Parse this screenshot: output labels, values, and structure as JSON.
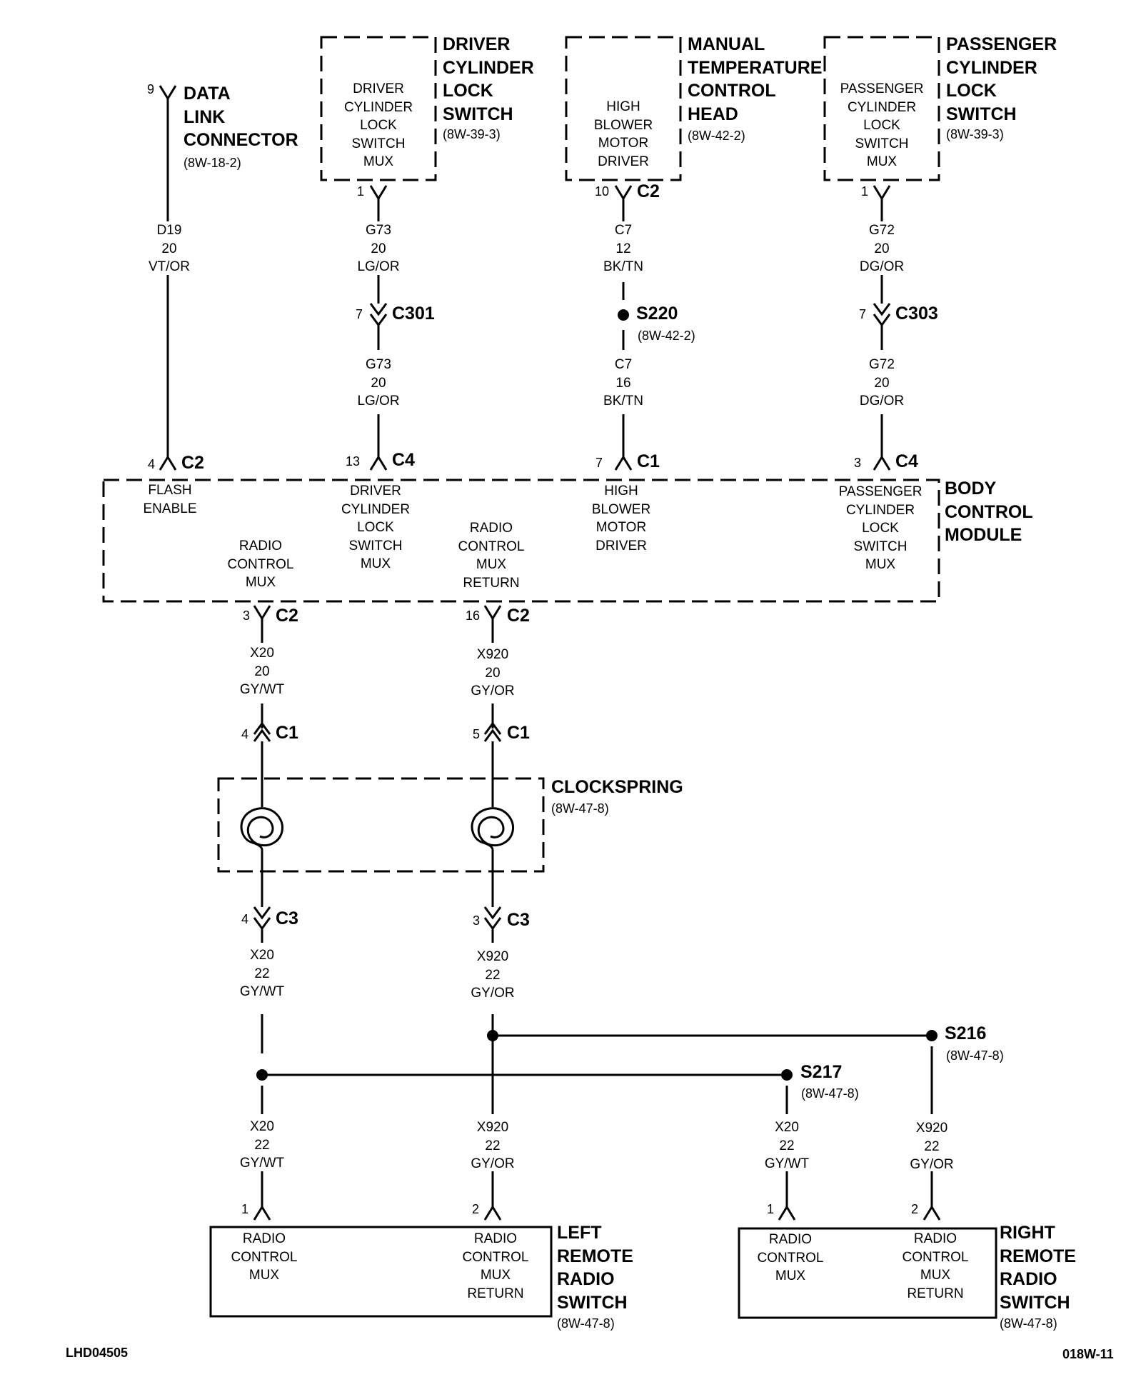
{
  "components": {
    "data_link_connector": {
      "label": "DATA\nLINK\nCONNECTOR",
      "ref": "(8W-18-2)"
    },
    "driver_cylinder_lock_switch": {
      "label": "DRIVER\nCYLINDER\nLOCK\nSWITCH",
      "ref": "(8W-39-3)",
      "inner": "DRIVER\nCYLINDER\nLOCK\nSWITCH\nMUX"
    },
    "manual_temperature_control_head": {
      "label": "MANUAL\nTEMPERATURE\nCONTROL\nHEAD",
      "ref": "(8W-42-2)",
      "inner": "HIGH\nBLOWER\nMOTOR\nDRIVER"
    },
    "passenger_cylinder_lock_switch": {
      "label": "PASSENGER\nCYLINDER\nLOCK\nSWITCH",
      "ref": "(8W-39-3)",
      "inner": "PASSENGER\nCYLINDER\nLOCK\nSWITCH\nMUX"
    },
    "body_control_module": {
      "label": "BODY\nCONTROL\nMODULE",
      "cells": {
        "flash_enable": "FLASH\nENABLE",
        "radio_control_mux": "RADIO\nCONTROL\nMUX",
        "driver_lock_mux": "DRIVER\nCYLINDER\nLOCK\nSWITCH\nMUX",
        "radio_control_mux_return": "RADIO\nCONTROL\nMUX\nRETURN",
        "high_blower": "HIGH\nBLOWER\nMOTOR\nDRIVER",
        "passenger_lock_mux": "PASSENGER\nCYLINDER\nLOCK\nSWITCH\nMUX"
      }
    },
    "clockspring": {
      "label": "CLOCKSPRING",
      "ref": "(8W-47-8)"
    },
    "left_remote_radio_switch": {
      "label": "LEFT\nREMOTE\nRADIO\nSWITCH",
      "ref": "(8W-47-8)",
      "pin1": "RADIO\nCONTROL\nMUX",
      "pin2": "RADIO\nCONTROL\nMUX\nRETURN"
    },
    "right_remote_radio_switch": {
      "label": "RIGHT\nREMOTE\nRADIO\nSWITCH",
      "ref": "(8W-47-8)",
      "pin1": "RADIO\nCONTROL\nMUX",
      "pin2": "RADIO\nCONTROL\nMUX\nRETURN"
    }
  },
  "wires": {
    "d19": "D19\n20\nVT/OR",
    "g73_upper": "G73\n20\nLG/OR",
    "g73_lower": "G73\n20\nLG/OR",
    "c7_upper": "C7\n12\nBK/TN",
    "c7_lower": "C7\n16\nBK/TN",
    "g72_upper": "G72\n20\nDG/OR",
    "g72_lower": "G72\n20\nDG/OR",
    "x20_upper": "X20\n20\nGY/WT",
    "x920_upper": "X920\n20\nGY/OR",
    "x20_mid": "X20\n22\nGY/WT",
    "x920_mid": "X920\n22\nGY/OR",
    "x20_left": "X20\n22\nGY/WT",
    "x920_left": "X920\n22\nGY/OR",
    "x20_right": "X20\n22\nGY/WT",
    "x920_right": "X920\n22\nGY/OR"
  },
  "splices": {
    "s220": {
      "label": "S220",
      "ref": "(8W-42-2)"
    },
    "s216": {
      "label": "S216",
      "ref": "(8W-47-8)"
    },
    "s217": {
      "label": "S217",
      "ref": "(8W-47-8)"
    }
  },
  "connectors": {
    "dlc_pin": {
      "pin": "9"
    },
    "drv_sw": {
      "pin": "1"
    },
    "mtc": {
      "pin": "10",
      "name": "C2"
    },
    "pass_sw": {
      "pin": "1"
    },
    "c301": {
      "pin": "7",
      "name": "C301"
    },
    "c303": {
      "pin": "7",
      "name": "C303"
    },
    "bcm_flash": {
      "pin": "4",
      "name": "C2"
    },
    "bcm_driver": {
      "pin": "13",
      "name": "C4"
    },
    "bcm_blower": {
      "pin": "7",
      "name": "C1"
    },
    "bcm_pass": {
      "pin": "3",
      "name": "C4"
    },
    "bcm_x20": {
      "pin": "3",
      "name": "C2"
    },
    "bcm_x920": {
      "pin": "16",
      "name": "C2"
    },
    "cs_c1_x20": {
      "pin": "4",
      "name": "C1"
    },
    "cs_c1_x920": {
      "pin": "5",
      "name": "C1"
    },
    "cs_c3_x20": {
      "pin": "4",
      "name": "C3"
    },
    "cs_c3_x920": {
      "pin": "3",
      "name": "C3"
    },
    "lrs_1": {
      "pin": "1"
    },
    "lrs_2": {
      "pin": "2"
    },
    "rrs_1": {
      "pin": "1"
    },
    "rrs_2": {
      "pin": "2"
    }
  },
  "footer": {
    "left": "LHD04505",
    "right": "018W-11"
  }
}
